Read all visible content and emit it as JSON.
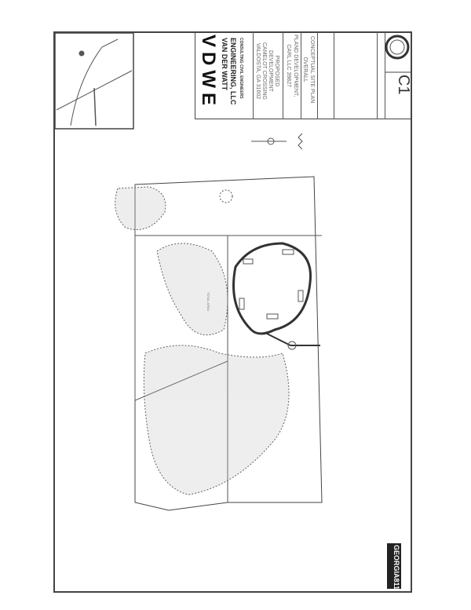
{
  "title_block": {
    "logo": "VDWE",
    "firm_name": "VAN DER WATT",
    "firm_name_2": "ENGINEERING, LLC",
    "firm_tagline": "CONSULTING CIVIL ENGINEERS",
    "project_lines": [
      "PROPOSED",
      "DEVELOPMENT",
      "CAMELOT CROSSING",
      "VALDOSTA, GA 31602"
    ],
    "client_lines": [
      "PLAND DEVELOPMENT,",
      "CARL LLC 39827"
    ],
    "sheet_title_lines": [
      "CONCEPTUAL SITE PLAN",
      "OVERALL"
    ],
    "sheet_number": "C1"
  },
  "logos": {
    "georgia811": "GEORGIA811"
  },
  "site_plan": {
    "area_label": "TOTAL AREA"
  }
}
